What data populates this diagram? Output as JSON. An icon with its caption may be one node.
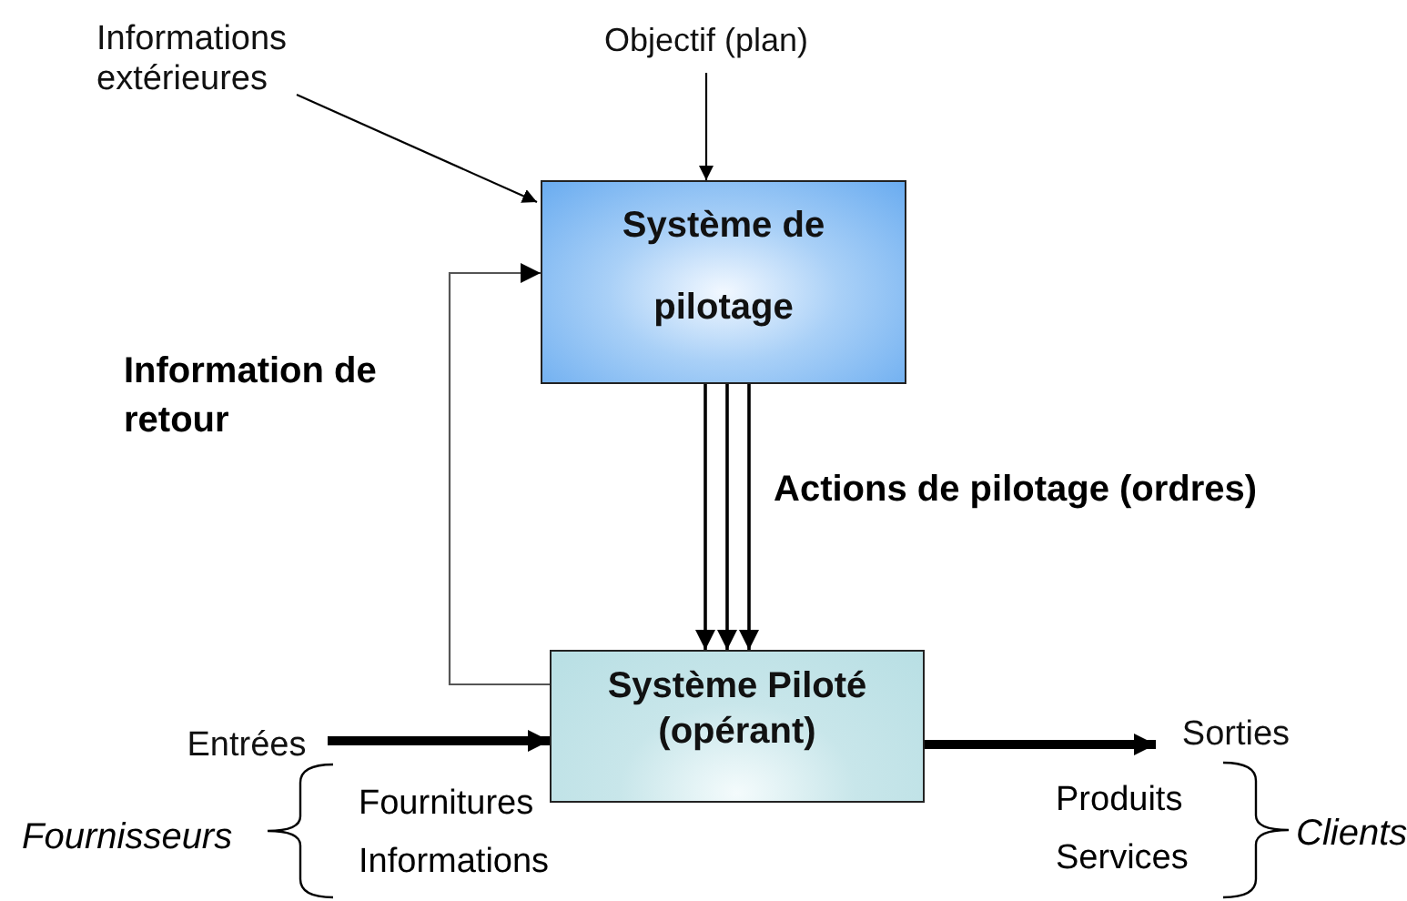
{
  "diagram": {
    "nodes": [
      {
        "text": [
          "Informations extérieures"
        ]
      },
      {
        "text": [
          "Objectif (plan)"
        ]
      },
      {
        "text": [
          "Système de pilotage"
        ]
      },
      {
        "text": [
          "Système Piloté (opérant)"
        ]
      },
      {
        "text": [
          "Entrées"
        ]
      },
      {
        "text": [
          "Sorties"
        ]
      }
    ],
    "edges": [
      {
        "from": 0,
        "to": 2,
        "arrow": "to"
      },
      {
        "from": 1,
        "to": 2,
        "arrow": "to"
      },
      {
        "from": 2,
        "to": 3,
        "arrow": "to"
      },
      {
        "from": 2,
        "to": 3,
        "arrow": "to",
        "label": "Actions de pilotage (ordres)"
      },
      {
        "from": 2,
        "to": 3,
        "arrow": "to"
      },
      {
        "from": 3,
        "to": 2,
        "arrow": "to",
        "label": "Information de retour"
      },
      {
        "from": 4,
        "to": 3,
        "arrow": "to",
        "style": "thick"
      },
      {
        "from": 3,
        "to": 5,
        "arrow": "to",
        "style": "thick"
      }
    ],
    "labels": [
      "Fournitures",
      "Informations",
      "Produits",
      "Services",
      "Fournisseurs",
      "Clients"
    ]
  }
}
